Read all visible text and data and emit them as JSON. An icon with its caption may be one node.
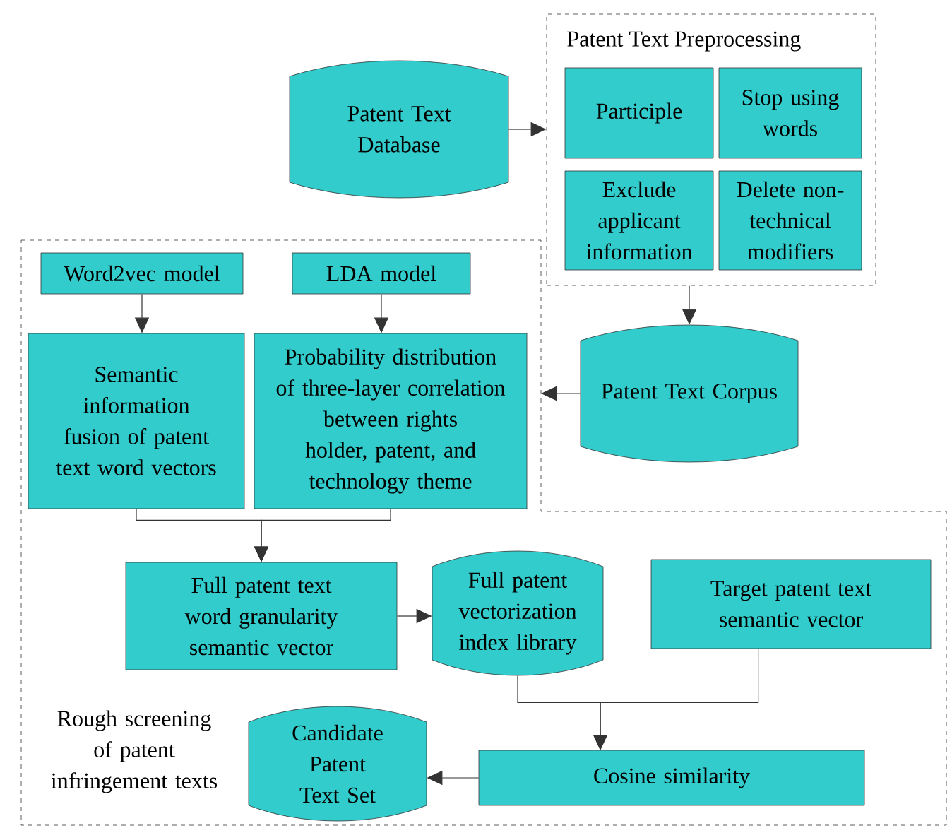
{
  "diagram": {
    "nodes": [
      {
        "text": [
          "Patent Text Database"
        ]
      },
      {
        "text": [
          "Patent Text Preprocessing"
        ]
      },
      {
        "text": [
          "Participle"
        ],
        "in": 1
      },
      {
        "text": [
          "Stop using words"
        ],
        "in": 1
      },
      {
        "text": [
          "Exclude applicant information"
        ],
        "in": 1
      },
      {
        "text": [
          "Delete non-technical modifiers"
        ],
        "in": 1
      },
      {
        "text": [
          "Patent Text Corpus"
        ]
      },
      {
        "text": [
          "Rough screening of patent infringement texts"
        ]
      },
      {
        "text": [
          "Word2vec model"
        ],
        "in": 7
      },
      {
        "text": [
          "LDA model"
        ],
        "in": 7
      },
      {
        "text": [
          "Semantic information fusion of patent text word vectors"
        ],
        "in": 7
      },
      {
        "text": [
          "Probability distribution of three-layer correlation between rights holder, patent, and technology theme"
        ],
        "in": 7
      },
      {
        "text": [
          "Full patent text word granularity semantic vector"
        ],
        "in": 7
      },
      {
        "text": [
          "Full patent vectorization index library"
        ],
        "in": 7
      },
      {
        "text": [
          "Target patent text semantic vector"
        ],
        "in": 7
      },
      {
        "text": [
          "Candidate Patent Text Set"
        ],
        "in": 7
      },
      {
        "text": [
          "Cosine similarity"
        ],
        "in": 7
      }
    ],
    "edges": [
      {
        "from": 0,
        "to": 1,
        "arrow": "to"
      },
      {
        "from": 1,
        "to": 6,
        "arrow": "to"
      },
      {
        "from": 6,
        "to": 7,
        "arrow": "to"
      },
      {
        "from": 8,
        "to": 10,
        "arrow": "to"
      },
      {
        "from": 9,
        "to": 11,
        "arrow": "to"
      },
      {
        "from": 10,
        "to": 12,
        "arrow": "to"
      },
      {
        "from": 11,
        "to": 12,
        "arrow": "to"
      },
      {
        "from": 12,
        "to": 13,
        "arrow": "to"
      },
      {
        "from": 13,
        "to": 16,
        "arrow": "to"
      },
      {
        "from": 14,
        "to": 16,
        "arrow": "to"
      },
      {
        "from": 16,
        "to": 15,
        "arrow": "to"
      }
    ]
  }
}
